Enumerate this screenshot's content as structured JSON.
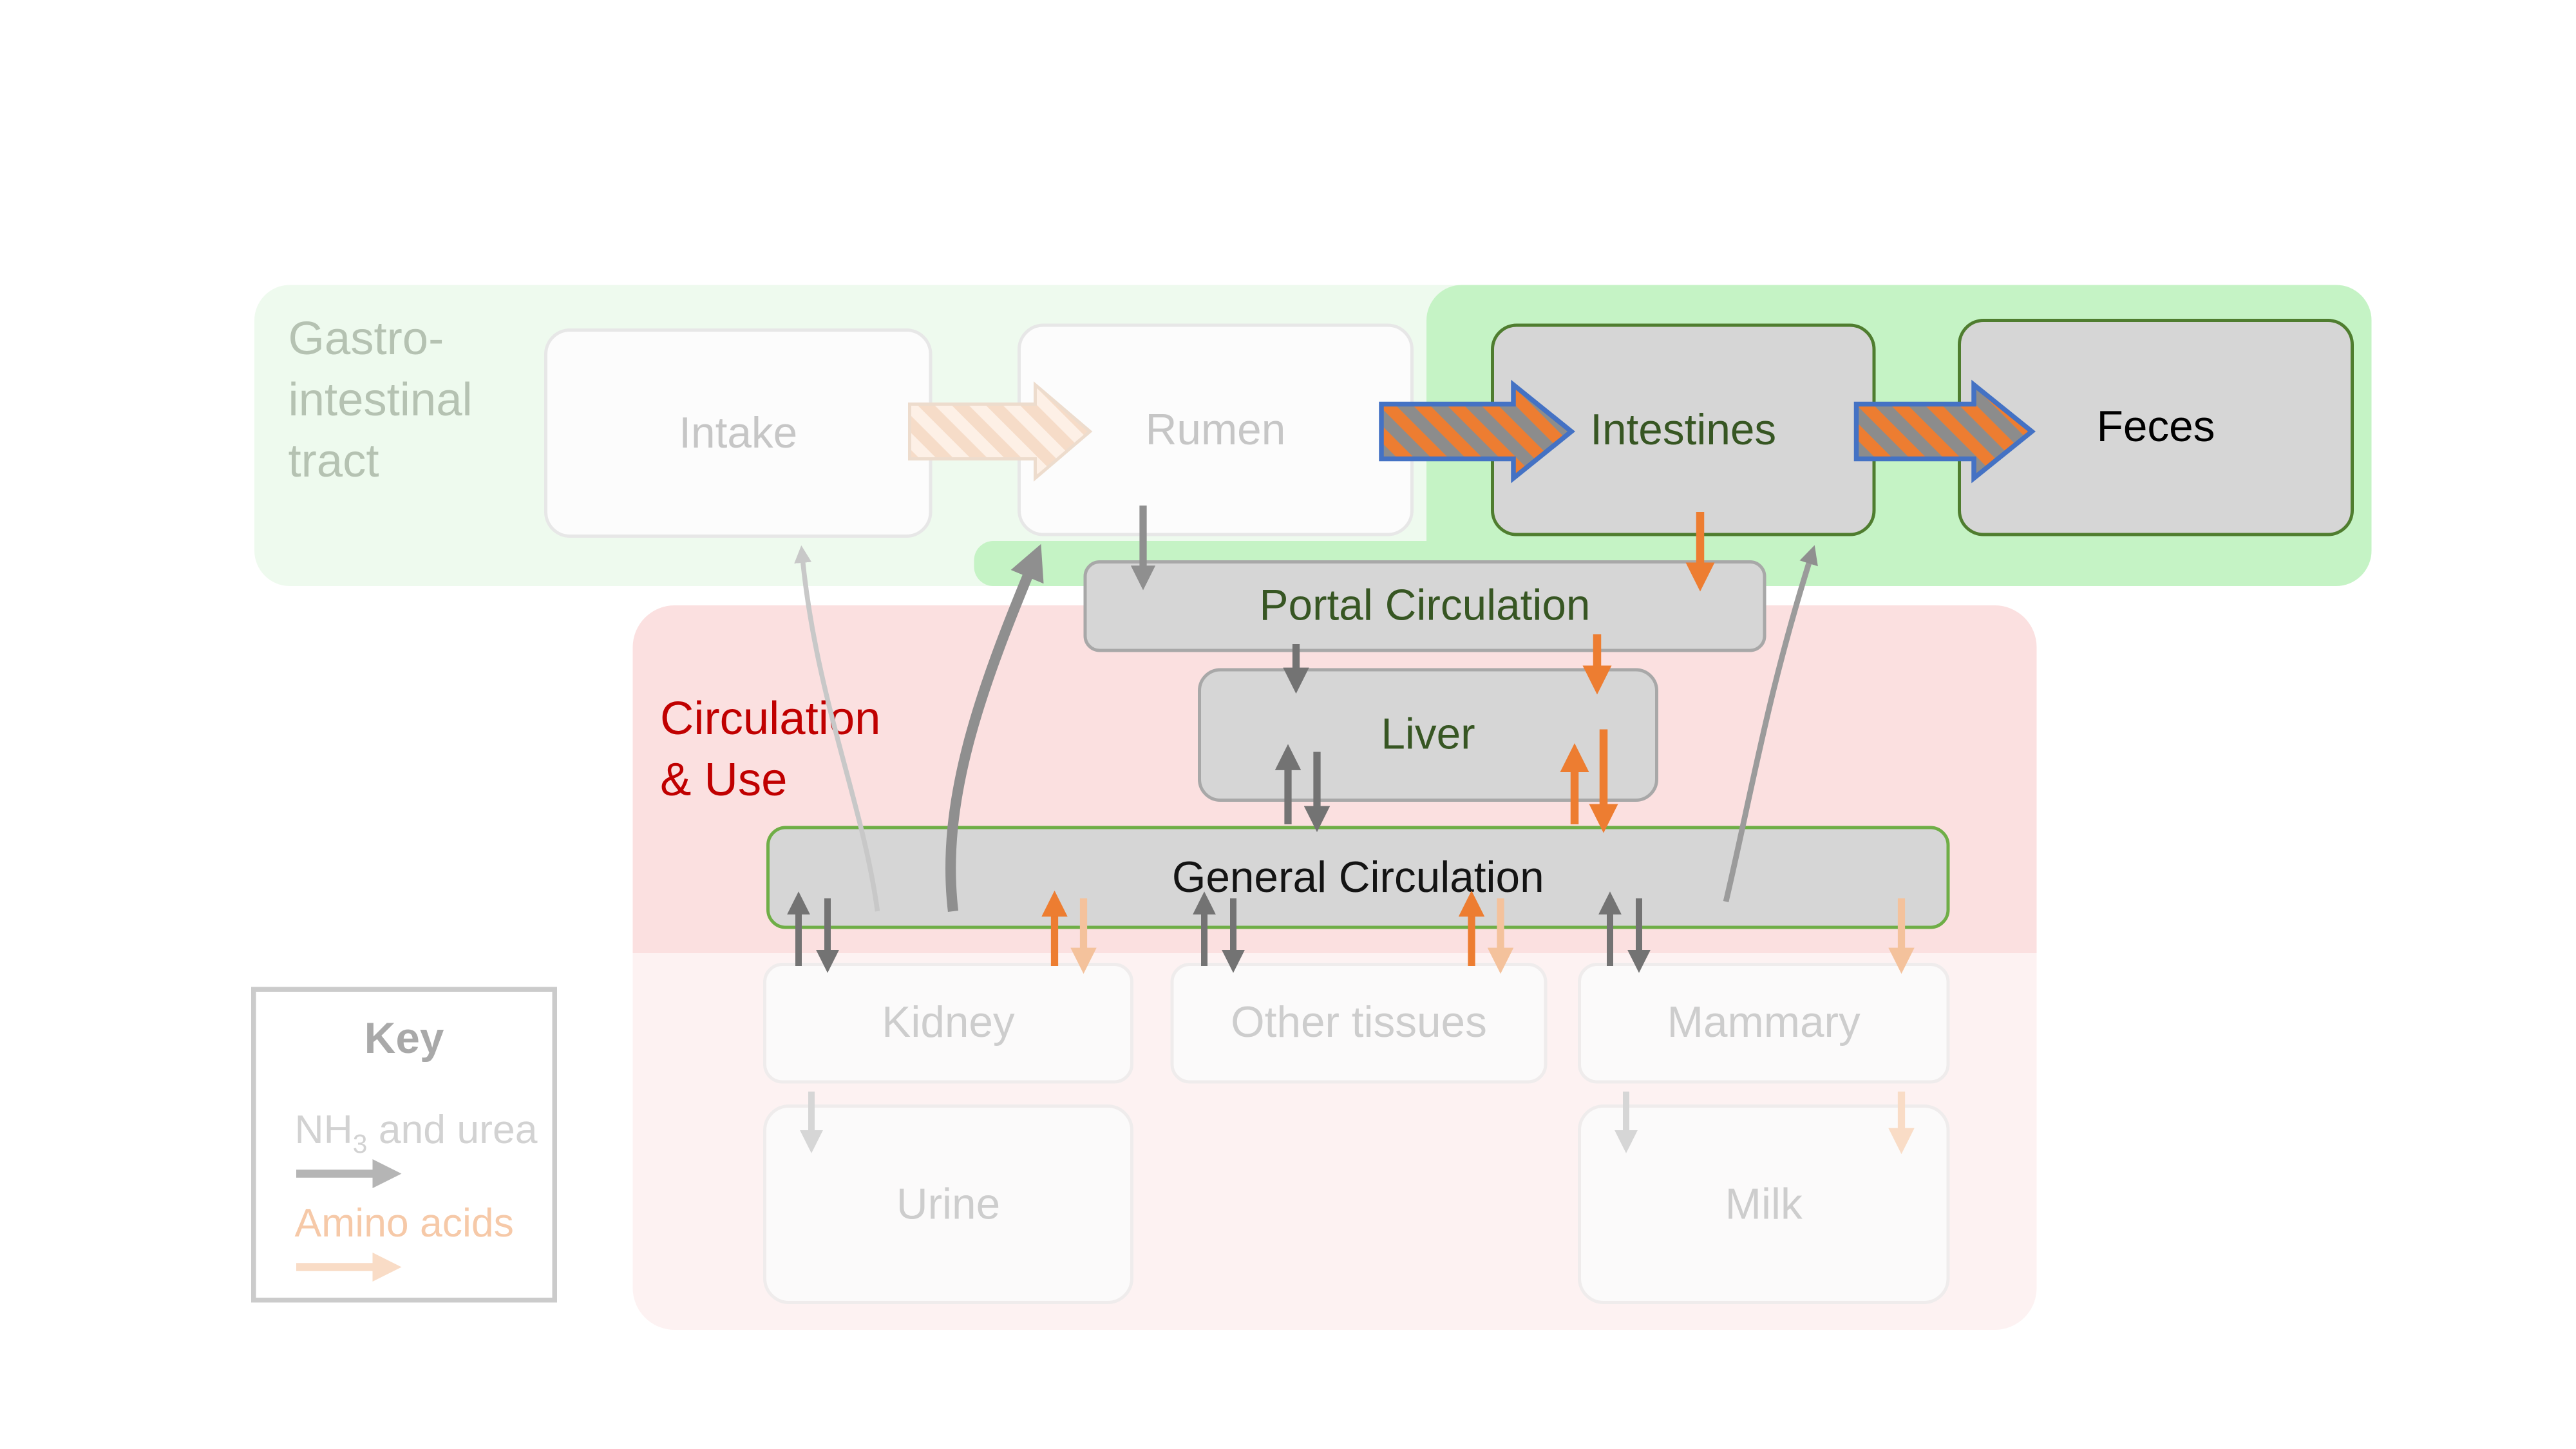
{
  "sections": {
    "gi_tract": {
      "line1": "Gastro-",
      "line2": "intestinal",
      "line3": "tract"
    },
    "circulation_use": {
      "line1": "Circulation",
      "line2": "& Use"
    }
  },
  "boxes": {
    "intake": {
      "label": "Intake"
    },
    "rumen": {
      "label": "Rumen"
    },
    "intestines": {
      "label": "Intestines"
    },
    "feces": {
      "label": "Feces"
    },
    "portal_circulation": {
      "label": "Portal Circulation"
    },
    "liver": {
      "label": "Liver"
    },
    "general_circulation": {
      "label": "General Circulation"
    },
    "kidney": {
      "label": "Kidney"
    },
    "other_tissues": {
      "label": "Other tissues"
    },
    "mammary": {
      "label": "Mammary"
    },
    "urine": {
      "label": "Urine"
    },
    "milk": {
      "label": "Milk"
    }
  },
  "key": {
    "title": "Key",
    "nh3_urea": {
      "prefix": "NH",
      "subscript": "3",
      "suffix": " and urea"
    },
    "amino_acids": {
      "label": "Amino acids"
    }
  },
  "colors": {
    "nh3_urea_arrow_gray": "#8c8c8c",
    "amino_acids_orange": "#ed7d31",
    "gi_highlight_green": "#c5f3c5",
    "gi_faded_green": "#eefaee",
    "circulation_pink": "#fbe0e0",
    "dark_green_text": "#375623",
    "circulation_label_red": "#c00000",
    "block_arrow_outline_blue": "#4472c4",
    "box_gray": "#d6d6d6"
  }
}
